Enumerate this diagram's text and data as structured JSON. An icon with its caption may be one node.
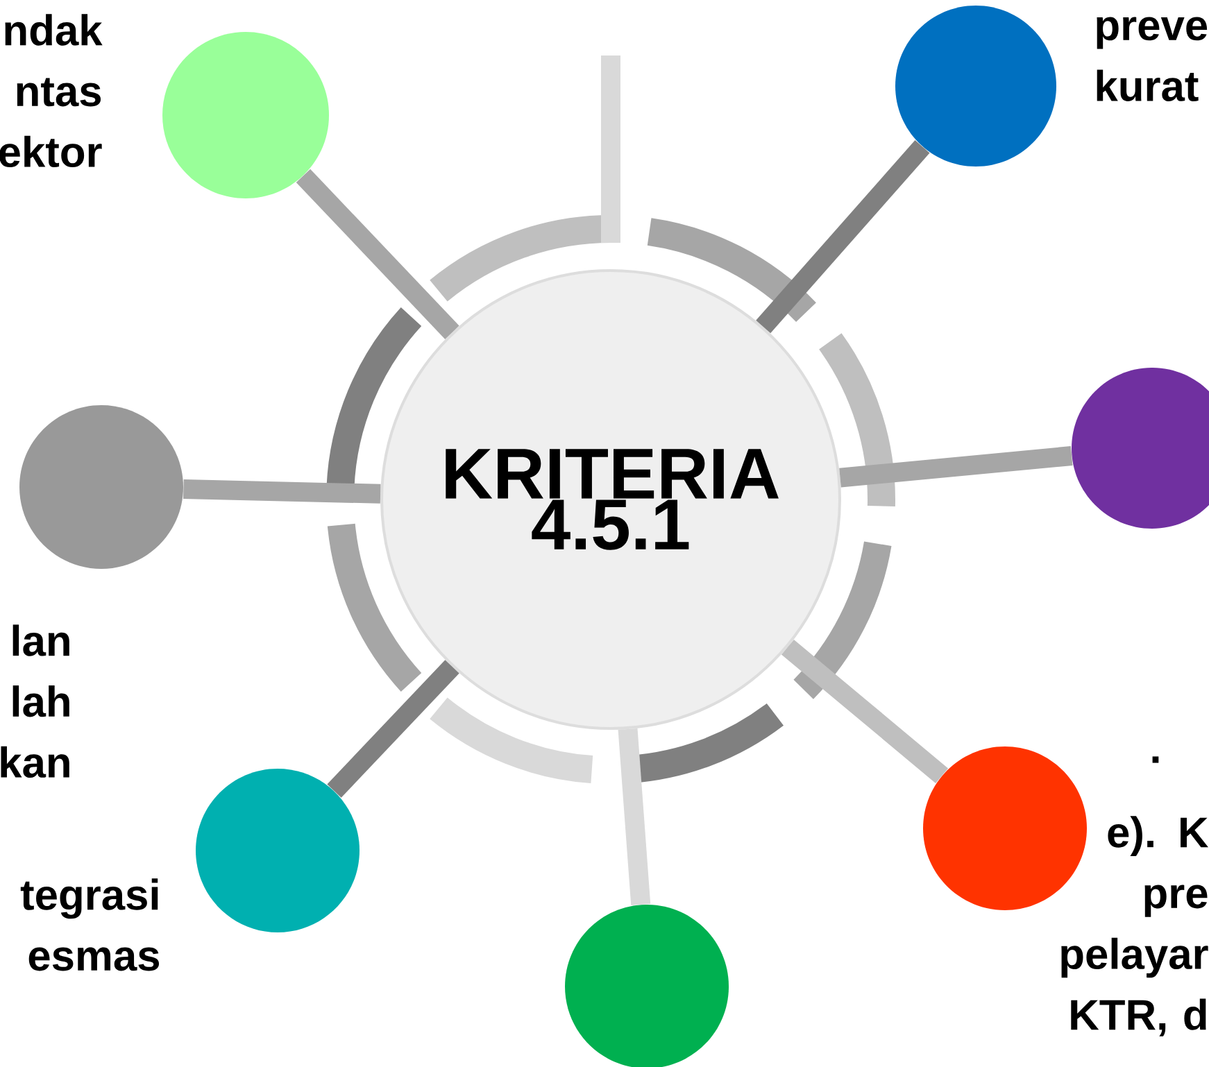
{
  "diagram": {
    "nodes": [
      {
        "text": [
          "KRITERIA 4.5.1"
        ]
      },
      {
        "text": [],
        "shape": "circle"
      },
      {
        "text": [],
        "shape": "circle"
      },
      {
        "text": [],
        "shape": "circle"
      },
      {
        "text": [],
        "shape": "circle"
      },
      {
        "text": [],
        "shape": "circle"
      },
      {
        "text": [],
        "shape": "circle"
      },
      {
        "text": [],
        "shape": "circle"
      }
    ],
    "edges": [
      {
        "from": 0,
        "to": 1,
        "arrow": "none"
      },
      {
        "from": 0,
        "to": 2,
        "arrow": "none",
        "color": "#808080"
      },
      {
        "from": 0,
        "to": 3,
        "arrow": "none"
      },
      {
        "from": 0,
        "to": 4,
        "arrow": "none"
      },
      {
        "from": 0,
        "to": 5,
        "arrow": "none",
        "color": "#bfbfbf"
      },
      {
        "from": 0,
        "to": 6,
        "arrow": "none",
        "color": "#808080"
      },
      {
        "from": 0,
        "to": 7,
        "arrow": "none",
        "color": "#d9d9d9"
      }
    ],
    "labels": [
      "ndak ntas ektor",
      "preve kurat",
      "lan lah kan",
      "tegrasi esmas",
      ".",
      "e). K pre pelayar KTR, d"
    ]
  }
}
